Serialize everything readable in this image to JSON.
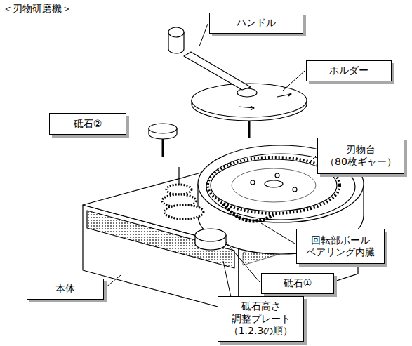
{
  "diagram": {
    "title": "＜刃物研磨機＞",
    "nodes": [
      {
        "text": [
          "ハンドル"
        ]
      },
      {
        "text": [
          "ホルダー"
        ]
      },
      {
        "text": [
          "砥石②"
        ]
      },
      {
        "text": [
          "刃物台 （80枚ギャー）"
        ]
      },
      {
        "text": [
          "回転部ボール ベアリング内臓"
        ]
      },
      {
        "text": [
          "砥石①"
        ]
      },
      {
        "text": [
          "本体"
        ]
      },
      {
        "text": [
          "砥石高さ 調整プレート （1.2.3の順）"
        ]
      }
    ]
  }
}
